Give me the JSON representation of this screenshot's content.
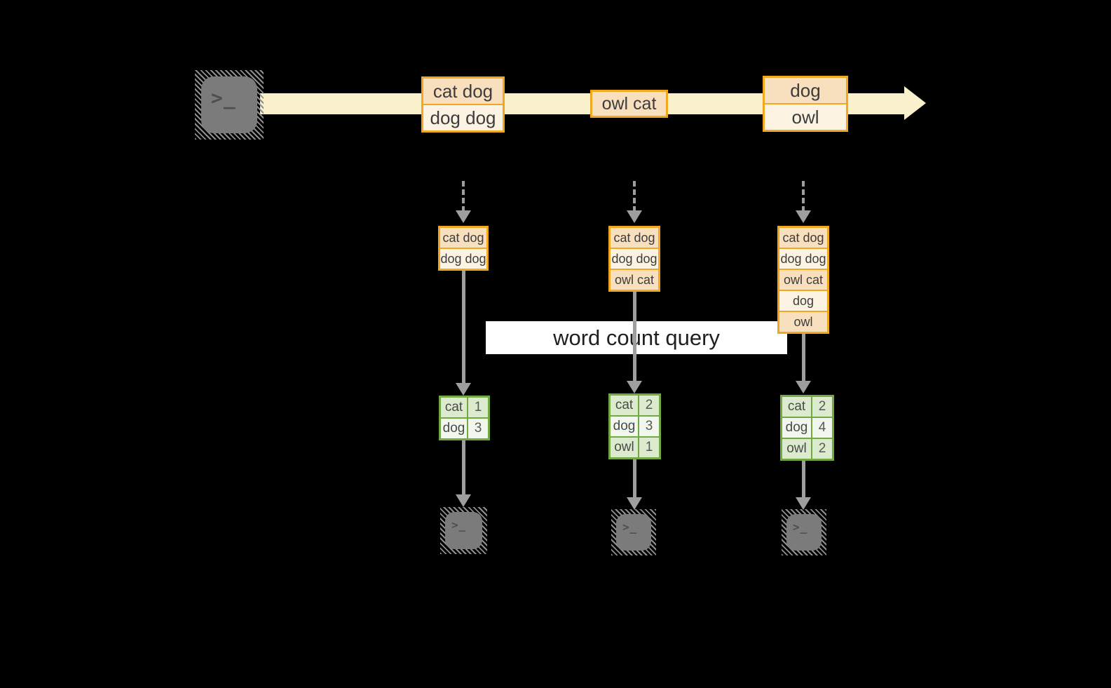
{
  "diagram": {
    "banner_label": "word count query",
    "terminal_prompt": ">_",
    "colors": {
      "gold": "#efa820",
      "peach": "#f8dfbe",
      "cream": "#fdf3e3",
      "band": "#fcf1cd",
      "green": "#73a942",
      "green-light": "#dceace",
      "green-pale": "#f2f7ee",
      "arrow-gray": "#9e9e9e",
      "terminal-gray": "#7b7b7b"
    },
    "batches": [
      {
        "rows": [
          "cat dog",
          "dog dog"
        ]
      },
      {
        "rows": [
          "owl cat"
        ]
      },
      {
        "rows": [
          "dog",
          "owl"
        ]
      }
    ],
    "stacks": [
      {
        "rows": [
          "cat dog",
          "dog dog"
        ]
      },
      {
        "rows": [
          "cat dog",
          "dog dog",
          "owl cat"
        ]
      },
      {
        "rows": [
          "cat dog",
          "dog dog",
          "owl cat",
          "dog",
          "owl"
        ]
      }
    ],
    "tables": [
      {
        "rows": [
          {
            "word": "cat",
            "count": "1"
          },
          {
            "word": "dog",
            "count": "3"
          }
        ]
      },
      {
        "rows": [
          {
            "word": "cat",
            "count": "2"
          },
          {
            "word": "dog",
            "count": "3"
          },
          {
            "word": "owl",
            "count": "1"
          }
        ]
      },
      {
        "rows": [
          {
            "word": "cat",
            "count": "2"
          },
          {
            "word": "dog",
            "count": "4"
          },
          {
            "word": "owl",
            "count": "2"
          }
        ]
      }
    ]
  }
}
